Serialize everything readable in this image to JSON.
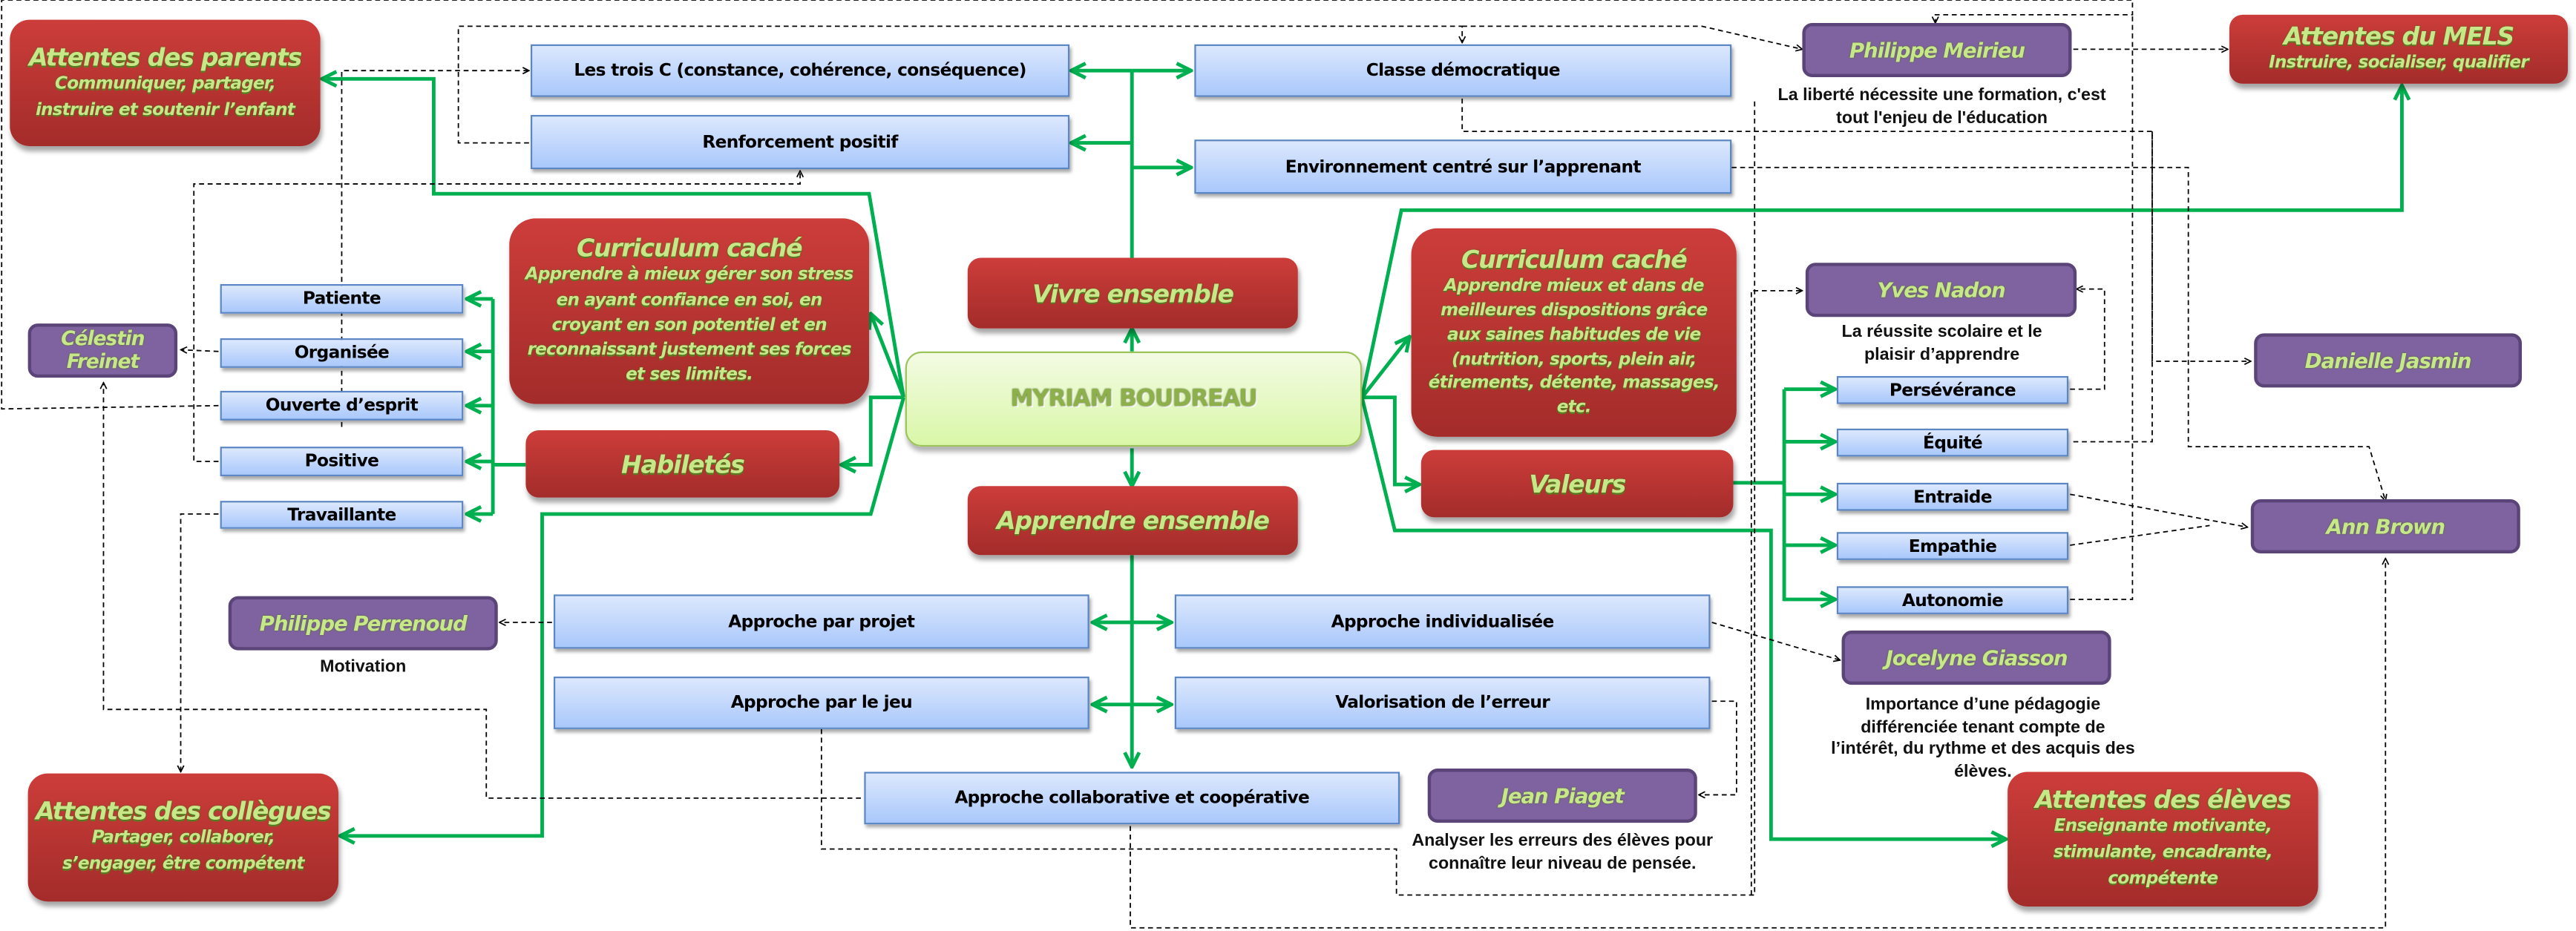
{
  "center": {
    "label": "MYRIAM BOUDREAU"
  },
  "hubs": {
    "vivre": "Vivre ensemble",
    "apprendre": "Apprendre ensemble",
    "habiletes": "Habiletés",
    "valeurs": "Valeurs"
  },
  "curriculum_left": {
    "title": "Curriculum caché",
    "text": "Apprendre à mieux gérer son stress en ayant confiance en soi, en croyant en son potentiel et en reconnaissant justement ses forces et ses limites."
  },
  "curriculum_right": {
    "title": "Curriculum caché",
    "text": "Apprendre mieux et dans de meilleures dispositions grâce aux saines habitudes de vie (nutrition, sports, plein air, étirements, détente, massages, etc."
  },
  "expectations": {
    "parents": {
      "title": "Attentes des parents",
      "text": "Communiquer, partager, instruire et soutenir l’enfant"
    },
    "mels": {
      "title": "Attentes du MELS",
      "text": "Instruire, socialiser, qualifier"
    },
    "colleagues": {
      "title": "Attentes des collègues",
      "text": "Partager, collaborer, s’engager, être compétent"
    },
    "students": {
      "title": "Attentes des élèves",
      "text": "Enseignante motivante, stimulante, encadrante, compétente"
    }
  },
  "vivre_items": [
    "Les trois C (constance, cohérence, conséquence)",
    "Renforcement positif",
    "Classe démocratique",
    "Environnement centré sur l’apprenant"
  ],
  "apprendre_items": [
    "Approche par projet",
    "Approche par le jeu",
    "Approche individualisée",
    "Valorisation de l’erreur",
    "Approche collaborative et coopérative"
  ],
  "habiletes_items": [
    "Patiente",
    "Organisée",
    "Ouverte d’esprit",
    "Positive",
    "Travaillante"
  ],
  "valeurs_items": [
    "Persévérance",
    "Équité",
    "Entraide",
    "Empathie",
    "Autonomie"
  ],
  "authors": {
    "meirieu": {
      "name": "Philippe Meirieu",
      "note": "La liberté nécessite une formation, c'est tout l'enjeu de l'éducation"
    },
    "nadon": {
      "name": "Yves Nadon",
      "note": "La réussite scolaire et le plaisir d’apprendre"
    },
    "jasmin": {
      "name": "Danielle Jasmin"
    },
    "brown": {
      "name": "Ann Brown"
    },
    "freinet": {
      "name": "Célestin Freinet"
    },
    "perrenoud": {
      "name": "Philippe Perrenoud",
      "note": "Motivation"
    },
    "giasson": {
      "name": "Jocelyne Giasson",
      "note": "Importance d’une pédagogie différenciée tenant compte de l’intérêt, du rythme et des acquis des élèves."
    },
    "piaget": {
      "name": "Jean Piaget",
      "note": "Analyser les erreurs des élèves pour connaître leur niveau de pensée."
    }
  },
  "colors": {
    "connector_green": "#00b050",
    "dashed_link": "#000000",
    "expectation_red": "#c0392b",
    "author_purple": "#8064a2",
    "item_blue": "#b9d2fb",
    "center_green": "#e2f8bd",
    "label_green": "#c7e889"
  }
}
